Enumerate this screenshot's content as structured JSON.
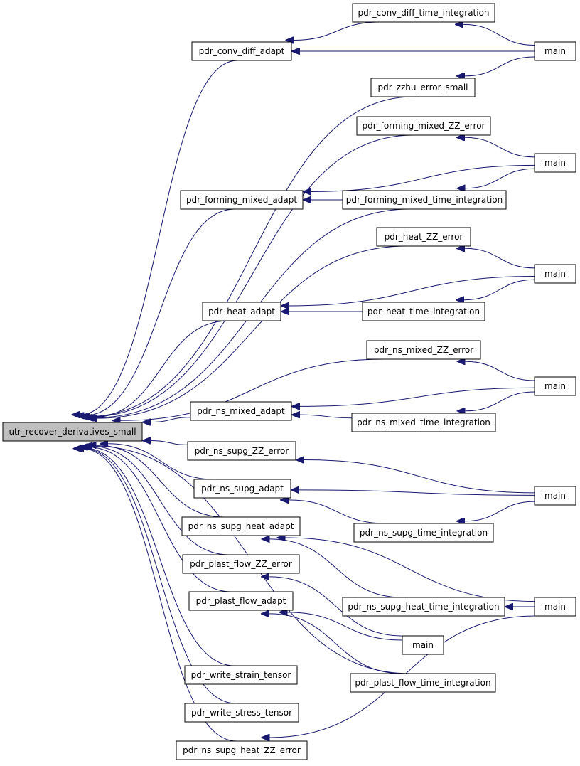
{
  "graph": {
    "nodes": [
      {
        "id": "root",
        "label": "utr_recover_derivatives_small",
        "root": true
      },
      {
        "id": "cd_adapt",
        "label": "pdr_conv_diff_adapt"
      },
      {
        "id": "cd_time",
        "label": "pdr_conv_diff_time_integration"
      },
      {
        "id": "main1",
        "label": "main"
      },
      {
        "id": "zzhu",
        "label": "pdr_zzhu_error_small"
      },
      {
        "id": "fm_err",
        "label": "pdr_forming_mixed_ZZ_error"
      },
      {
        "id": "main2",
        "label": "main"
      },
      {
        "id": "fm_adapt",
        "label": "pdr_forming_mixed_adapt"
      },
      {
        "id": "fm_time",
        "label": "pdr_forming_mixed_time_integration"
      },
      {
        "id": "heat_err",
        "label": "pdr_heat_ZZ_error"
      },
      {
        "id": "main3",
        "label": "main"
      },
      {
        "id": "heat_adapt",
        "label": "pdr_heat_adapt"
      },
      {
        "id": "heat_time",
        "label": "pdr_heat_time_integration"
      },
      {
        "id": "nsm_err",
        "label": "pdr_ns_mixed_ZZ_error"
      },
      {
        "id": "main4",
        "label": "main"
      },
      {
        "id": "nsm_adapt",
        "label": "pdr_ns_mixed_adapt"
      },
      {
        "id": "nsm_time",
        "label": "pdr_ns_mixed_time_integration"
      },
      {
        "id": "nss_err",
        "label": "pdr_ns_supg_ZZ_error"
      },
      {
        "id": "main5",
        "label": "main"
      },
      {
        "id": "nss_adapt",
        "label": "pdr_ns_supg_adapt"
      },
      {
        "id": "nss_time",
        "label": "pdr_ns_supg_time_integration"
      },
      {
        "id": "nssh_adapt",
        "label": "pdr_ns_supg_heat_adapt"
      },
      {
        "id": "pf_err",
        "label": "pdr_plast_flow_ZZ_error"
      },
      {
        "id": "nssh_time",
        "label": "pdr_ns_supg_heat_time_integration"
      },
      {
        "id": "main6",
        "label": "main"
      },
      {
        "id": "pf_adapt",
        "label": "pdr_plast_flow_adapt"
      },
      {
        "id": "main7",
        "label": "main"
      },
      {
        "id": "pf_time",
        "label": "pdr_plast_flow_time_integration"
      },
      {
        "id": "wst",
        "label": "pdr_write_strain_tensor"
      },
      {
        "id": "wss",
        "label": "pdr_write_stress_tensor"
      },
      {
        "id": "nssh_err",
        "label": "pdr_ns_supg_heat_ZZ_error"
      }
    ],
    "edges": [
      {
        "from": "cd_adapt",
        "to": "root"
      },
      {
        "from": "cd_time",
        "to": "cd_adapt"
      },
      {
        "from": "main1",
        "to": "cd_adapt"
      },
      {
        "from": "main1",
        "to": "cd_time"
      },
      {
        "from": "main1",
        "to": "zzhu"
      },
      {
        "from": "zzhu",
        "to": "root"
      },
      {
        "from": "fm_err",
        "to": "root"
      },
      {
        "from": "main2",
        "to": "fm_err"
      },
      {
        "from": "main2",
        "to": "fm_adapt"
      },
      {
        "from": "main2",
        "to": "fm_time"
      },
      {
        "from": "fm_adapt",
        "to": "root"
      },
      {
        "from": "fm_time",
        "to": "fm_adapt"
      },
      {
        "from": "fm_time",
        "to": "root"
      },
      {
        "from": "heat_err",
        "to": "root"
      },
      {
        "from": "main3",
        "to": "heat_err"
      },
      {
        "from": "main3",
        "to": "heat_adapt"
      },
      {
        "from": "main3",
        "to": "heat_time"
      },
      {
        "from": "heat_adapt",
        "to": "root"
      },
      {
        "from": "heat_time",
        "to": "heat_adapt"
      },
      {
        "from": "nsm_err",
        "to": "root"
      },
      {
        "from": "main4",
        "to": "nsm_err"
      },
      {
        "from": "main4",
        "to": "nsm_adapt"
      },
      {
        "from": "main4",
        "to": "nsm_time"
      },
      {
        "from": "nsm_adapt",
        "to": "root"
      },
      {
        "from": "nsm_time",
        "to": "nsm_adapt"
      },
      {
        "from": "nss_err",
        "to": "root"
      },
      {
        "from": "main5",
        "to": "nss_err"
      },
      {
        "from": "main5",
        "to": "nss_adapt"
      },
      {
        "from": "main5",
        "to": "nss_time"
      },
      {
        "from": "nss_adapt",
        "to": "root"
      },
      {
        "from": "nss_time",
        "to": "nss_adapt"
      },
      {
        "from": "nssh_adapt",
        "to": "root"
      },
      {
        "from": "nssh_time",
        "to": "nssh_adapt"
      },
      {
        "from": "main6",
        "to": "nssh_adapt"
      },
      {
        "from": "main6",
        "to": "nssh_time"
      },
      {
        "from": "main6",
        "to": "nssh_err"
      },
      {
        "from": "pf_err",
        "to": "root"
      },
      {
        "from": "main7",
        "to": "pf_err"
      },
      {
        "from": "main7",
        "to": "pf_adapt"
      },
      {
        "from": "pf_adapt",
        "to": "root"
      },
      {
        "from": "pf_time",
        "to": "pf_adapt"
      },
      {
        "from": "pf_time",
        "to": "root"
      },
      {
        "from": "wst",
        "to": "root"
      },
      {
        "from": "wss",
        "to": "root"
      },
      {
        "from": "nssh_err",
        "to": "root"
      }
    ]
  }
}
